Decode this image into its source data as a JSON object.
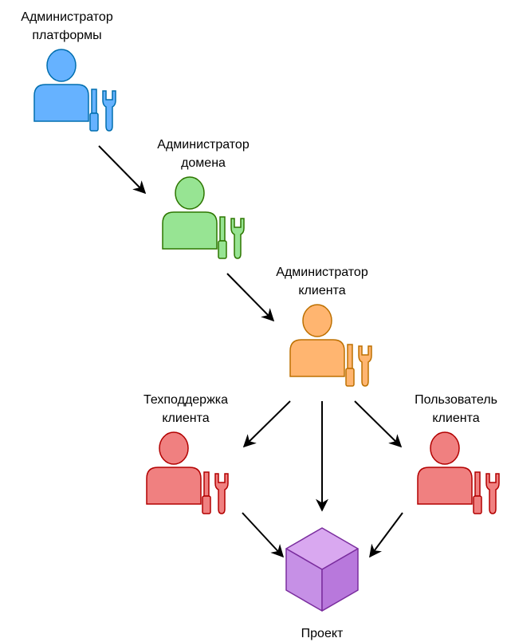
{
  "nodes": {
    "platform_admin": {
      "line1": "Администратор",
      "line2": "платформы",
      "fill": "#66B2FF",
      "stroke": "#006EAF"
    },
    "domain_admin": {
      "line1": "Администратор",
      "line2": "домена",
      "fill": "#97E493",
      "stroke": "#2D7600"
    },
    "client_admin": {
      "line1": "Администратор",
      "line2": "клиента",
      "fill": "#FFB570",
      "stroke": "#BD7000"
    },
    "client_support": {
      "line1": "Техподдержка",
      "line2": "клиента",
      "fill": "#F08080",
      "stroke": "#B20000"
    },
    "client_user": {
      "line1": "Пользователь",
      "line2": "клиента",
      "fill": "#F08080",
      "stroke": "#B20000"
    },
    "project": {
      "label": "Проект",
      "icon": "cube-icon",
      "fill": "#C690E6",
      "stroke": "#7A2D9E"
    }
  },
  "icons": {
    "person": "user-icon",
    "tools": "screwdriver-wrench-icon"
  },
  "edges": [
    [
      "platform_admin",
      "domain_admin"
    ],
    [
      "domain_admin",
      "client_admin"
    ],
    [
      "client_admin",
      "client_support"
    ],
    [
      "client_admin",
      "project"
    ],
    [
      "client_admin",
      "client_user"
    ],
    [
      "client_support",
      "project"
    ],
    [
      "client_user",
      "project"
    ]
  ]
}
